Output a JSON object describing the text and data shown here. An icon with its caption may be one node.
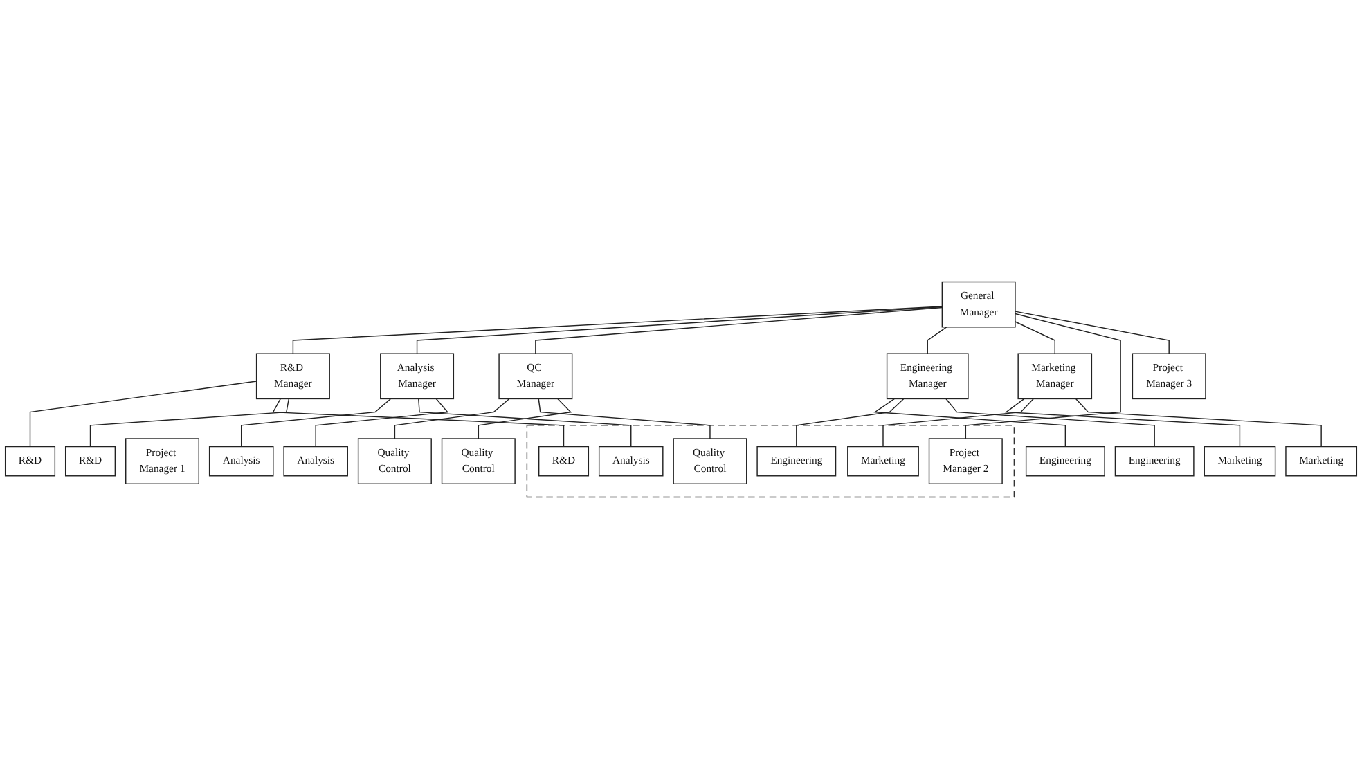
{
  "diagram": {
    "nodes": [
      {
        "text": [
          "General Manager"
        ]
      },
      {
        "text": [
          "R&D Manager"
        ]
      },
      {
        "text": [
          "Analysis Manager"
        ]
      },
      {
        "text": [
          "QC Manager"
        ]
      },
      {
        "text": [
          "Engineering Manager"
        ]
      },
      {
        "text": [
          "Marketing Manager"
        ]
      },
      {
        "text": [
          "Project Manager 1"
        ]
      },
      {
        "text": [
          "R&D"
        ]
      },
      {
        "text": [
          "Analysis"
        ]
      },
      {
        "text": [
          "Quality Control"
        ]
      },
      {
        "text": [
          "Engineering"
        ]
      },
      {
        "text": [
          "Marketing"
        ]
      },
      {
        "text": [],
        "shape": "box"
      },
      {
        "text": [
          "Project Manager 2"
        ],
        "in": 12
      },
      {
        "text": [
          "R&D"
        ],
        "in": 12
      },
      {
        "text": [
          "Analysis"
        ],
        "in": 12
      },
      {
        "text": [
          "Quality Control"
        ],
        "in": 12
      },
      {
        "text": [
          "Engineering"
        ],
        "in": 12
      },
      {
        "text": [
          "Marketing"
        ],
        "in": 12
      },
      {
        "text": [
          "Project Manager 3"
        ]
      },
      {
        "text": [
          "R&D"
        ]
      },
      {
        "text": [
          "Analysis"
        ]
      },
      {
        "text": [
          "Quality Control"
        ]
      },
      {
        "text": [
          "Engineering"
        ]
      },
      {
        "text": [
          "Marketing"
        ]
      }
    ],
    "edges": [
      {
        "from": 0,
        "to": 1,
        "arrow": "none"
      },
      {
        "from": 0,
        "to": 2,
        "arrow": "none"
      },
      {
        "from": 0,
        "to": 3,
        "arrow": "none"
      },
      {
        "from": 0,
        "to": 4,
        "arrow": "none"
      },
      {
        "from": 0,
        "to": 5,
        "arrow": "none"
      },
      {
        "from": 0,
        "to": 13,
        "arrow": "none"
      },
      {
        "from": 0,
        "to": 19,
        "arrow": "none"
      },
      {
        "from": 1,
        "to": 7,
        "arrow": "none"
      },
      {
        "from": 1,
        "to": 14,
        "arrow": "none"
      },
      {
        "from": 1,
        "to": 20,
        "arrow": "none"
      },
      {
        "from": 2,
        "to": 8,
        "arrow": "none"
      },
      {
        "from": 2,
        "to": 15,
        "arrow": "none"
      },
      {
        "from": 2,
        "to": 21,
        "arrow": "none"
      },
      {
        "from": 3,
        "to": 9,
        "arrow": "none"
      },
      {
        "from": 3,
        "to": 16,
        "arrow": "none"
      },
      {
        "from": 3,
        "to": 22,
        "arrow": "none"
      },
      {
        "from": 4,
        "to": 10,
        "arrow": "none"
      },
      {
        "from": 4,
        "to": 17,
        "arrow": "none"
      },
      {
        "from": 4,
        "to": 23,
        "arrow": "none"
      },
      {
        "from": 5,
        "to": 11,
        "arrow": "none"
      },
      {
        "from": 5,
        "to": 18,
        "arrow": "none"
      },
      {
        "from": 5,
        "to": 24,
        "arrow": "none"
      }
    ]
  }
}
